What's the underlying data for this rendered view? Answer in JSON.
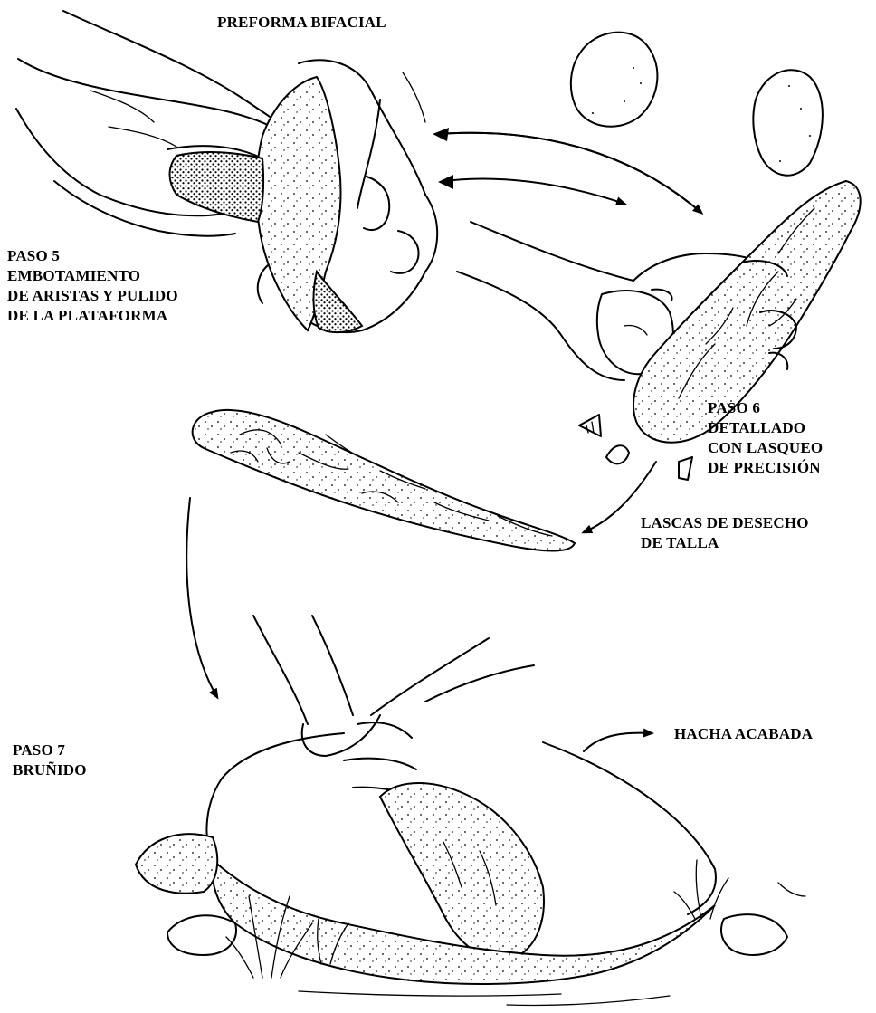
{
  "labels": {
    "preforma": "PREFORMA BIFACIAL",
    "paso5": [
      "PASO 5",
      "EMBOTAMIENTO",
      "DE ARISTAS Y PULIDO",
      "DE LA PLATAFORMA"
    ],
    "paso6": [
      "PASO 6",
      "DETALLADO",
      "CON LASQUEO",
      "DE PRECISIÓN"
    ],
    "lascas": [
      "LASCAS DE DESECHO",
      "DE TALLA"
    ],
    "paso7": [
      "PASO 7",
      "BRUÑIDO"
    ],
    "hacha": "HACHA ACABADA"
  },
  "colors": {
    "ink": "#000000",
    "paper": "#ffffff"
  }
}
